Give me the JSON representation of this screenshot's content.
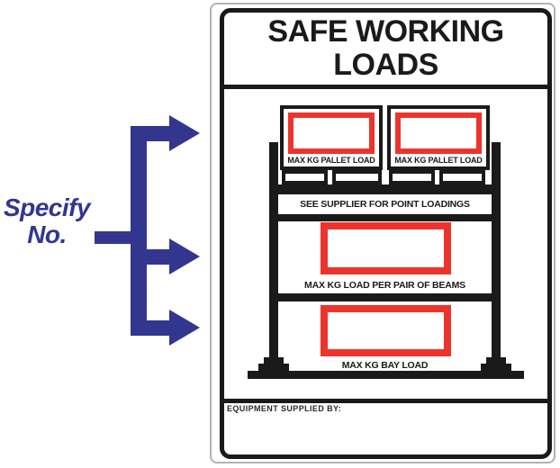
{
  "pointer": {
    "label_line1": "Specify",
    "label_line2": "No.",
    "color": "#32368F"
  },
  "sign": {
    "title_line1": "SAFE WORKING",
    "title_line2": "LOADS",
    "rack": {
      "pallet_labels": [
        "MAX KG PALLET LOAD",
        "MAX KG PALLET LOAD"
      ],
      "point_loading_note": "SEE SUPPLIER FOR POINT LOADINGS",
      "beam_label": "MAX KG LOAD PER PAIR OF BEAMS",
      "bay_label": "MAX KG BAY LOAD",
      "placeholder_box_color": "#ED342C"
    },
    "footer_label": "EQUIPMENT SUPPLIED BY:",
    "frame_color": "#1a1a1a",
    "outer_border_color": "#b3b3b3"
  }
}
